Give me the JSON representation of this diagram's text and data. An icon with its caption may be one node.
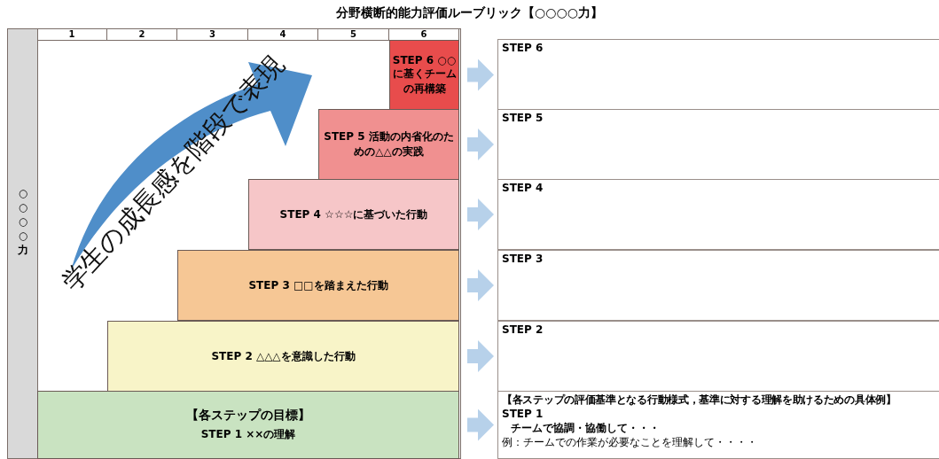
{
  "diagram": {
    "title": "分野横断的能力評価ルーブリック【○○○○力】",
    "nodes": [
      {
        "text": [
          "STEP 6 ○○に基くチームの再構築"
        ]
      },
      {
        "text": [
          "STEP 5 活動の内省化のための△△の実践"
        ]
      },
      {
        "text": [
          "STEP 4 ☆☆☆に基づいた行動"
        ]
      },
      {
        "text": [
          "STEP 3 □□を踏まえた行動"
        ]
      },
      {
        "text": [
          "STEP 2 △△△を意識した行動"
        ]
      },
      {
        "text": [
          "【各ステップの目標】",
          "STEP 1 ××の理解"
        ]
      },
      {
        "text": [
          "STEP 6"
        ]
      },
      {
        "text": [
          "STEP 5"
        ]
      },
      {
        "text": [
          "STEP 4"
        ]
      },
      {
        "text": [
          "STEP 3"
        ]
      },
      {
        "text": [
          "STEP 2"
        ]
      },
      {
        "text": [
          "【各ステップの評価基準となる行動様式，基準に対する理解を助けるための具体例】",
          "STEP 1",
          "チームで協調・協働して・・・",
          "例：チームでの作業が必要なことを理解して・・・・"
        ]
      }
    ],
    "edges": [
      {
        "from": 0,
        "to": 6,
        "arrow": "to"
      },
      {
        "from": 1,
        "to": 7,
        "arrow": "to"
      },
      {
        "from": 2,
        "to": 8,
        "arrow": "to"
      },
      {
        "from": 3,
        "to": 9,
        "arrow": "to"
      },
      {
        "from": 4,
        "to": 10,
        "arrow": "to"
      },
      {
        "from": 5,
        "to": 11,
        "arrow": "to"
      }
    ],
    "labels": [
      "1",
      "2",
      "3",
      "4",
      "5",
      "6",
      "○○○○力",
      "学生の成長感を階段で表現"
    ]
  }
}
